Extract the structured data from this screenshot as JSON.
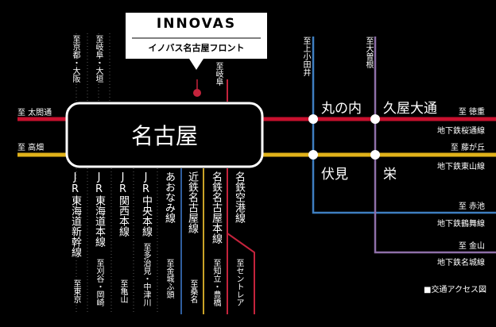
{
  "hotel": {
    "name": "INNOVAS",
    "subname": "イノバス名古屋フロント"
  },
  "stations": {
    "nagoya": "名古屋",
    "marunouchi": "丸の内",
    "hisaya": "久屋大通",
    "fushimi": "伏見",
    "sakae": "栄"
  },
  "west": {
    "higashiyama_end": "至 太閤通",
    "tsurumai_end": "至 高畑"
  },
  "north": {
    "tokaido_dest": "至京都・大阪",
    "chuo_dest": "至岐阜・大垣",
    "meitetsu_dest": "至岐阜",
    "kamiiida_dest": "至上小田井",
    "ozone_dest": "至大曽根"
  },
  "east": [
    {
      "dest": "至 徳重",
      "line": "地下鉄桜通線"
    },
    {
      "dest": "至 藤が丘",
      "line": "地下鉄東山線"
    },
    {
      "dest": "至 赤池",
      "line": "地下鉄鶴舞線"
    },
    {
      "dest": "至 金山",
      "line": "地下鉄名城線"
    }
  ],
  "south": [
    {
      "line": "JR東海道新幹線",
      "dest": "至東京"
    },
    {
      "line": "JR東海道本線",
      "dest": "至刈谷・岡崎"
    },
    {
      "line": "JR関西本線",
      "dest": "至亀山"
    },
    {
      "line": "JR中央本線",
      "dest": "至多治見・中津川"
    },
    {
      "line": "あおなみ線",
      "dest": "至金城ふ頭"
    },
    {
      "line": "近鉄名古屋線",
      "dest": "至桑名"
    },
    {
      "line": "名鉄名古屋本線",
      "dest": "至知立・豊橋"
    },
    {
      "line": "名鉄空港線",
      "dest": "至セントレア"
    }
  ],
  "legend": "■交通アクセス図",
  "colors": {
    "sakuradori": "#c8102e",
    "higashiyama": "#e0b21a",
    "tsurumai": "#3e7ec0",
    "meijo": "#8e6fa8",
    "meitetsu": "#c4233c",
    "jr_gray": "#8c8c8c",
    "aonami": "#2f5e9e",
    "kintetsu": "#c9a227"
  }
}
